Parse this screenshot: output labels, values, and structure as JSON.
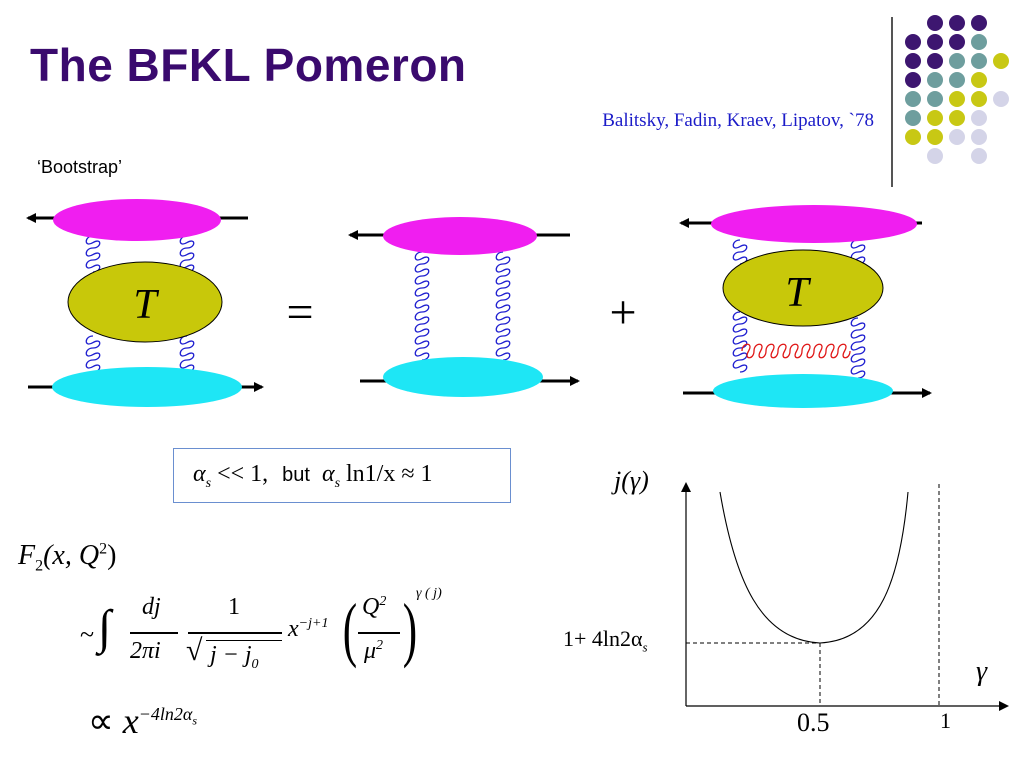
{
  "slide": {
    "title": "The BFKL Pomeron",
    "references": "Balitsky, Fadin, Kraev, Lipatov, `78",
    "bootstrap_label": "‘Bootstrap’"
  },
  "diagram": {
    "T_left": "T",
    "T_right": "T",
    "equals": "=",
    "plus": "+"
  },
  "condition": {
    "alpha": "α",
    "sub_s": "s",
    "much_less": "<< 1,",
    "but": "but",
    "ln_part": "ln1/x",
    "approx": "≈ 1"
  },
  "formula": {
    "F2_lhs": "F",
    "F2_sub": "2",
    "F2_args": "(x, Q",
    "F2_close": ")",
    "sup_2": "2",
    "tilde": "~",
    "dj": "dj",
    "two_pi_i": "2πi",
    "one": "1",
    "j_minus_j0": "j − j",
    "sub_0": "0",
    "x": "x",
    "x_exp": "−j+1",
    "Q": "Q",
    "mu": "μ",
    "gamma_j": "γ ( j)",
    "propto": "∝",
    "x2": "x",
    "x2_exp": "−4ln2α",
    "x2_exp_sub": "s"
  },
  "plot": {
    "y_label_j": "j(γ)",
    "x_label": "γ",
    "ytick_label": "1+ 4ln2α",
    "ytick_sub": "s",
    "xtick_05": "0.5",
    "xtick_1": "1"
  },
  "decor_dots": [
    {
      "color": "#3d1670"
    },
    {
      "color": "#3d1670"
    },
    {
      "color": "#3d1670"
    },
    {
      "color": "#3d1670"
    },
    {
      "color": "#3d1670"
    },
    {
      "color": "#3d1670"
    },
    {
      "color": "#6e9e9e"
    },
    {
      "color": "#3d1670"
    },
    {
      "color": "#3d1670"
    },
    {
      "color": "#6e9e9e"
    },
    {
      "color": "#6e9e9e"
    },
    {
      "color": "#c8c814"
    },
    {
      "color": "#3d1670"
    },
    {
      "color": "#6e9e9e"
    },
    {
      "color": "#6e9e9e"
    },
    {
      "color": "#c8c814"
    },
    {
      "color": "#6e9e9e"
    },
    {
      "color": "#6e9e9e"
    },
    {
      "color": "#c8c814"
    },
    {
      "color": "#c8c814"
    },
    {
      "color": "#d4d4e8"
    },
    {
      "color": "#6e9e9e"
    },
    {
      "color": "#c8c814"
    },
    {
      "color": "#c8c814"
    },
    {
      "color": "#d4d4e8"
    },
    {
      "color": "#c8c814"
    },
    {
      "color": "#c8c814"
    },
    {
      "color": "#d4d4e8"
    },
    {
      "color": "#d4d4e8"
    },
    {
      "color": "#d4d4e8"
    },
    {
      "color": "#d4d4e8"
    }
  ],
  "colors": {
    "magenta_blob": "#f01ef0",
    "cyan_blob": "#1ee6f5",
    "T_blob": "#c8c80a",
    "gluon_blue": "#2020d0",
    "gluon_red": "#e01818"
  }
}
